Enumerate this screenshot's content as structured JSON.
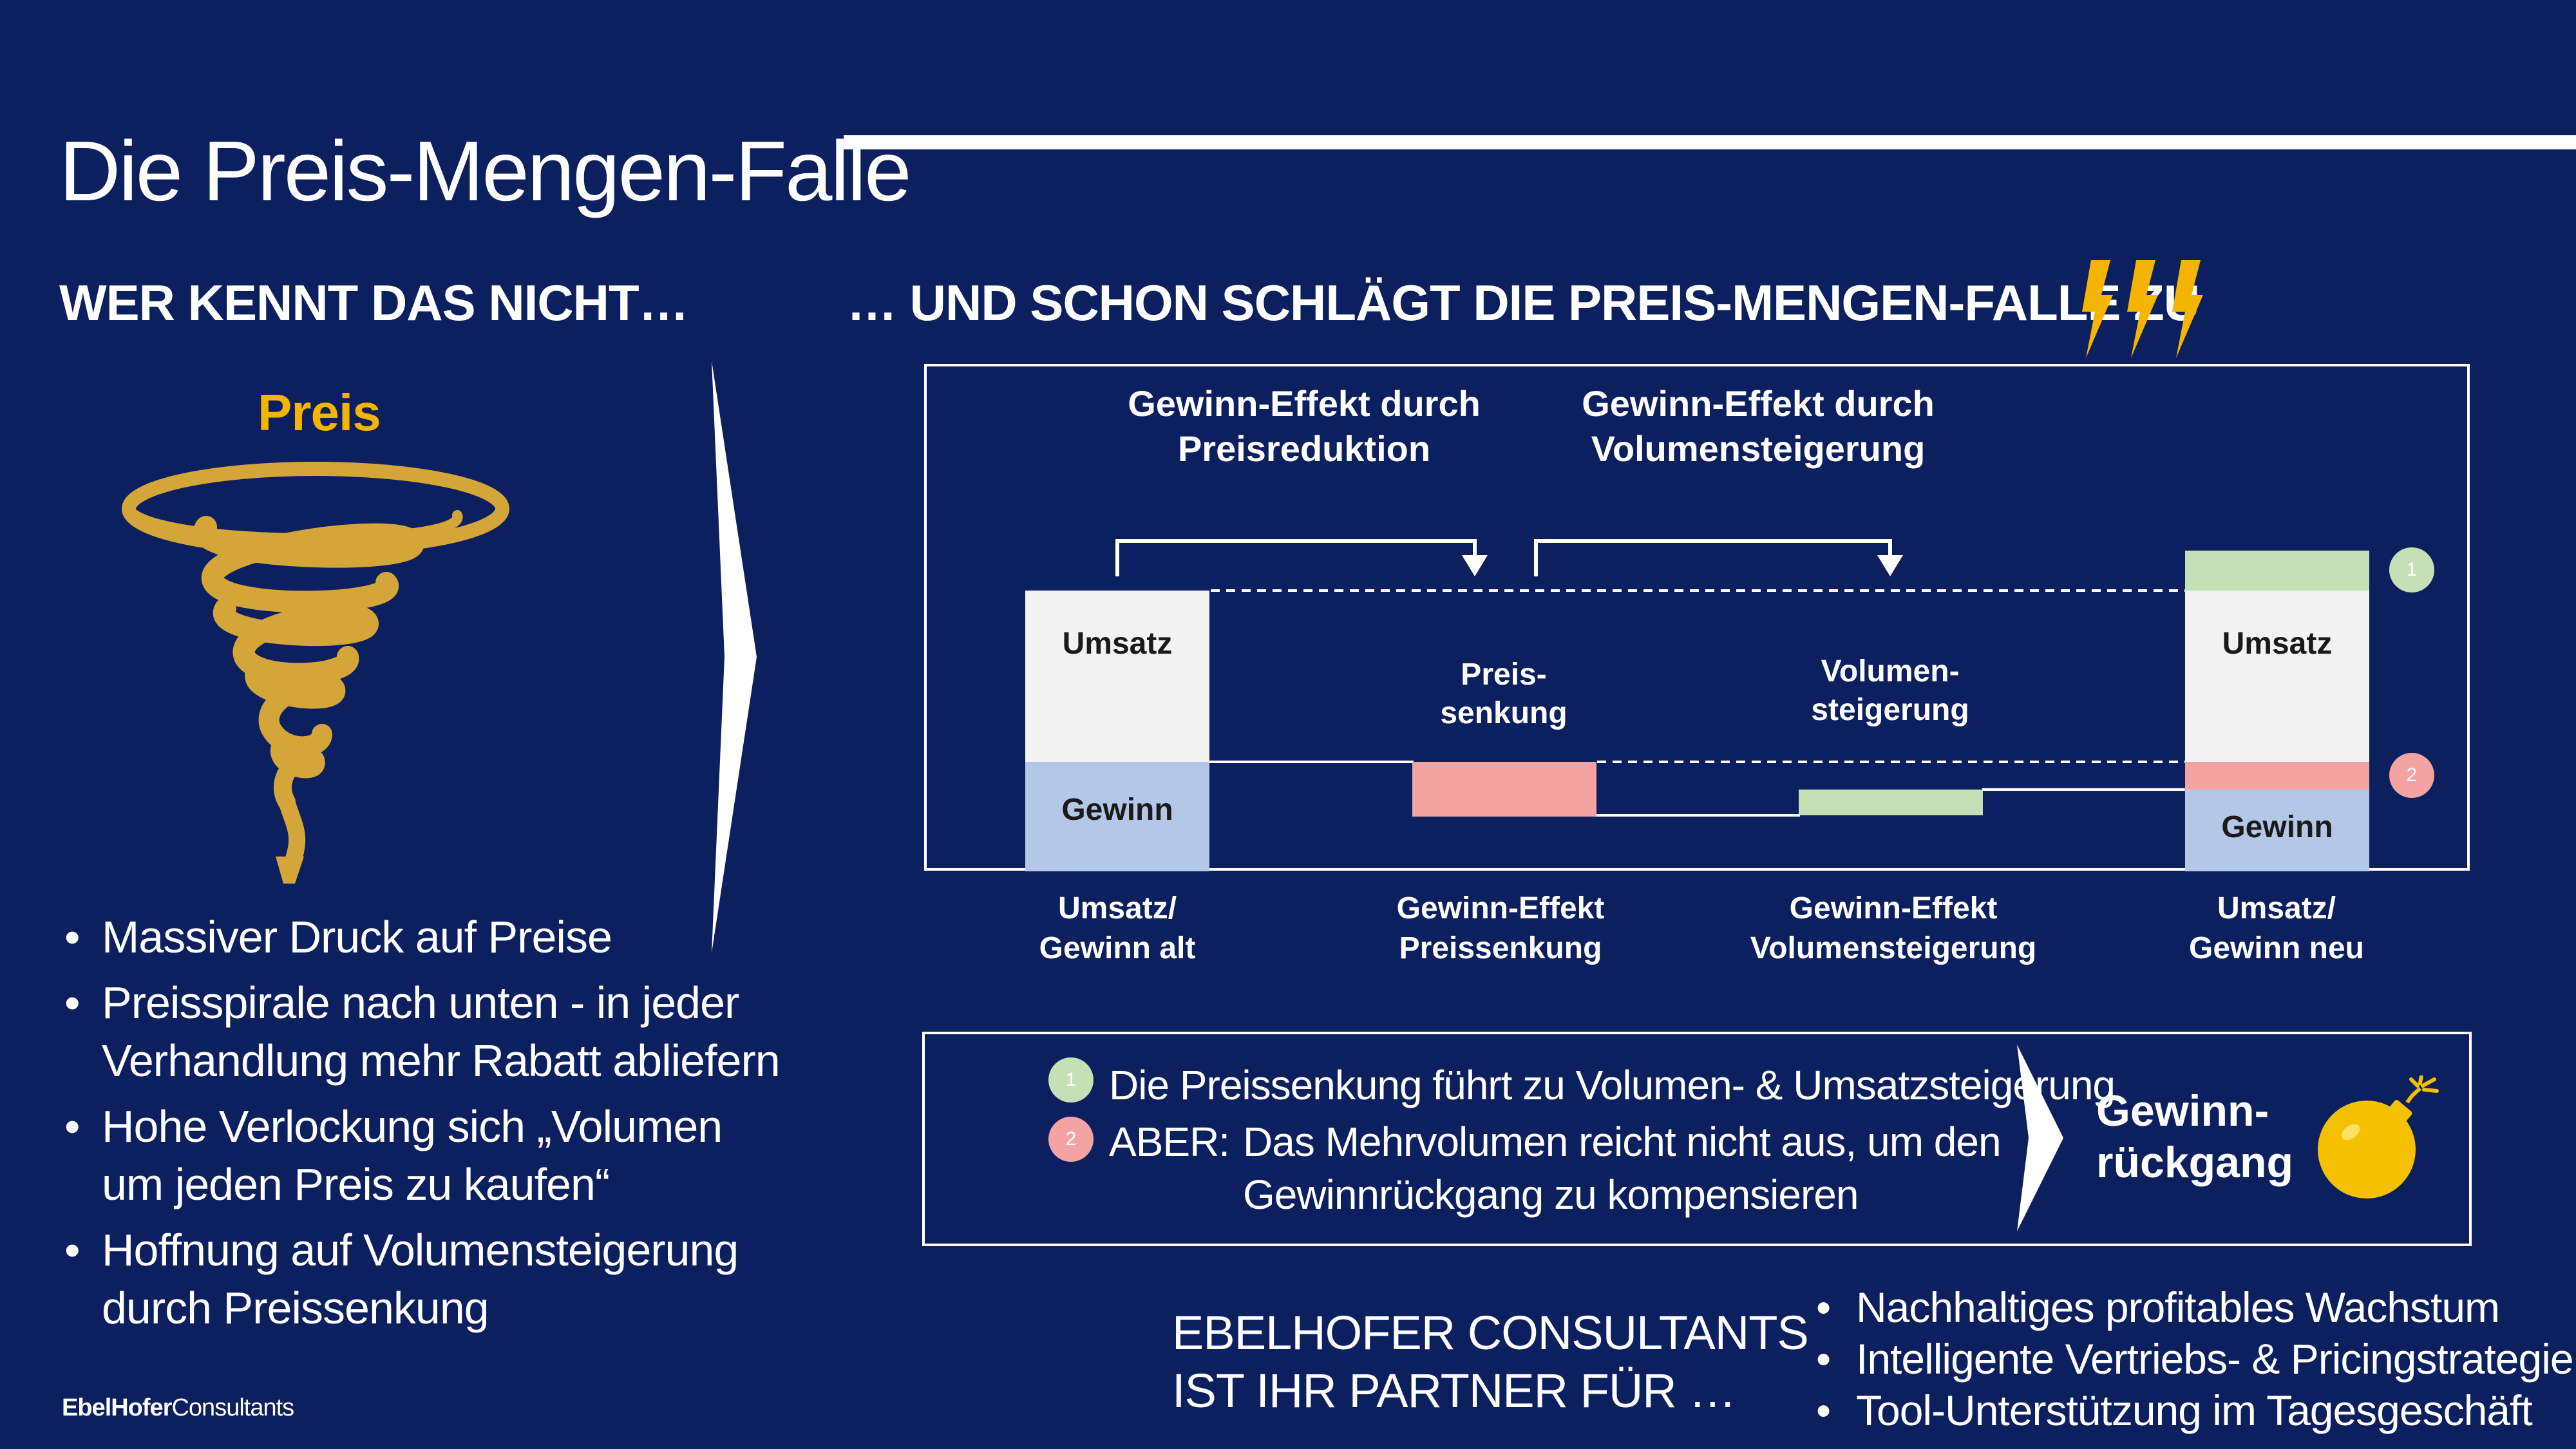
{
  "title": "Die Preis-Mengen-Falle",
  "left": {
    "heading": "WER KENNT DAS NICHT…",
    "spiral_label": "Preis",
    "bullets": [
      "Massiver Druck auf Preise",
      "Preisspirale nach unten - in jeder",
      "Verhandlung mehr Rabatt abliefern",
      "Hohe Verlockung sich „Volumen",
      "um jeden Preis zu kaufen“",
      "Hoffnung auf Volumensteigerung",
      "durch Preissenkung"
    ]
  },
  "right": {
    "heading": "… UND SCHON SCHLÄGT DIE PREIS-MENGEN-FALLE ZU"
  },
  "chart": {
    "effect_price_line1": "Gewinn-Effekt durch",
    "effect_price_line2": "Preisreduktion",
    "effect_volume_line1": "Gewinn-Effekt durch",
    "effect_volume_line2": "Volumensteigerung",
    "bar_umsatz_old": "Umsatz",
    "bar_gewinn_old": "Gewinn",
    "bar_price_line1": "Preis-",
    "bar_price_line2": "senkung",
    "bar_volume_line1": "Volumen-",
    "bar_volume_line2": "steigerung",
    "bar_umsatz_new": "Umsatz",
    "bar_gewinn_new": "Gewinn",
    "x_labels": [
      [
        "Umsatz/",
        "Gewinn alt"
      ],
      [
        "Gewinn-Effekt",
        "Preissenkung"
      ],
      [
        "Gewinn-Effekt",
        "Volumensteigerung"
      ],
      [
        "Umsatz/",
        "Gewinn neu"
      ]
    ],
    "marker_1": "1",
    "marker_2": "2",
    "colors": {
      "umsatz": "#f2f2f2",
      "gewinn": "#b4c7e7",
      "negative": "#f4a3a3",
      "positive": "#c5e0b4",
      "accent": "#f4b400"
    }
  },
  "message": {
    "marker_1": "1",
    "marker_2": "2",
    "line1": "Die Preissenkung führt zu Volumen- & Umsatzsteigerung",
    "aber": "ABER:",
    "line2": "Das Mehrvolumen reicht nicht aus, um den",
    "line3": "Gewinnrückgang zu kompensieren",
    "result_line1": "Gewinn-",
    "result_line2": "rückgang",
    "result_icon": "bomb-icon"
  },
  "partner": {
    "line1": "EBELHOFER CONSULTANTS",
    "line2": "IST IHR PARTNER FÜR …"
  },
  "services": [
    "Nachhaltiges profitables Wachstum",
    "Intelligente Vertriebs- & Pricingstrategien",
    "Tool-Unterstützung im Tagesgeschäft"
  ],
  "logo": {
    "bold": "EbelHofer",
    "regular": "Consultants"
  }
}
